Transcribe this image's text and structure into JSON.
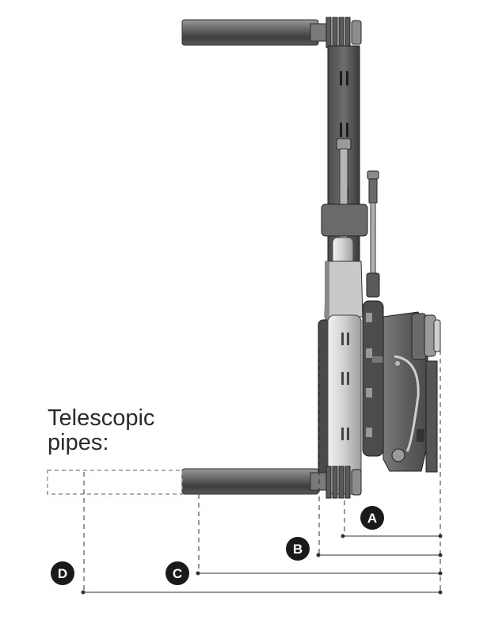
{
  "caption": {
    "line1": "Telescopic",
    "line2": "pipes:"
  },
  "markers": [
    {
      "id": "a",
      "label": "A"
    },
    {
      "id": "b",
      "label": "B"
    },
    {
      "id": "c",
      "label": "C"
    },
    {
      "id": "d",
      "label": "D"
    }
  ],
  "colors": {
    "line": "#333333",
    "marker_fill": "#1a1a1a",
    "telescopic_outline": "#8a96a4",
    "machine_dark": "#5c5c5c",
    "machine_mid": "#8a8a8a",
    "machine_light": "#d8d8d8"
  }
}
